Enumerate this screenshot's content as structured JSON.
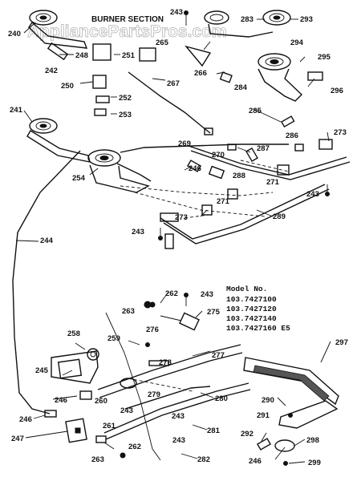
{
  "watermark": "AppliancePartsPros.com",
  "section_title": "BURNER SECTION",
  "model_header": "Model No.",
  "models": [
    "103.7427100",
    "103.7427120",
    "103.7427140",
    "103.7427160 E5"
  ],
  "part_labels": {
    "p240": "240",
    "p241": "241",
    "p242": "242",
    "p243a": "243",
    "p243b": "243",
    "p243c": "243",
    "p243d": "243",
    "p243e": "243",
    "p243f": "243",
    "p243g": "243",
    "p244": "244",
    "p245": "245",
    "p246a": "246",
    "p246b": "246",
    "p246c": "246",
    "p246d": "246",
    "p247": "247",
    "p248": "248",
    "p250": "250",
    "p251": "251",
    "p252": "252",
    "p253": "253",
    "p254": "254",
    "p258": "258",
    "p259": "259",
    "p260": "260",
    "p261": "261",
    "p262a": "262",
    "p262b": "262",
    "p263a": "263",
    "p263b": "263",
    "p265": "265",
    "p266": "266",
    "p267": "267",
    "p269": "269",
    "p270": "270",
    "p271a": "271",
    "p271b": "271",
    "p273a": "273",
    "p273b": "273",
    "p275": "275",
    "p276": "276",
    "p277": "277",
    "p278": "278",
    "p279": "279",
    "p280": "280",
    "p281": "281",
    "p282": "282",
    "p283": "283",
    "p284": "284",
    "p285": "285",
    "p286": "286",
    "p287": "287",
    "p288": "288",
    "p289": "289",
    "p290": "290",
    "p291": "291",
    "p292": "292",
    "p293": "293",
    "p294": "294",
    "p295": "295",
    "p296": "296",
    "p297": "297",
    "p298": "298",
    "p299": "299"
  }
}
